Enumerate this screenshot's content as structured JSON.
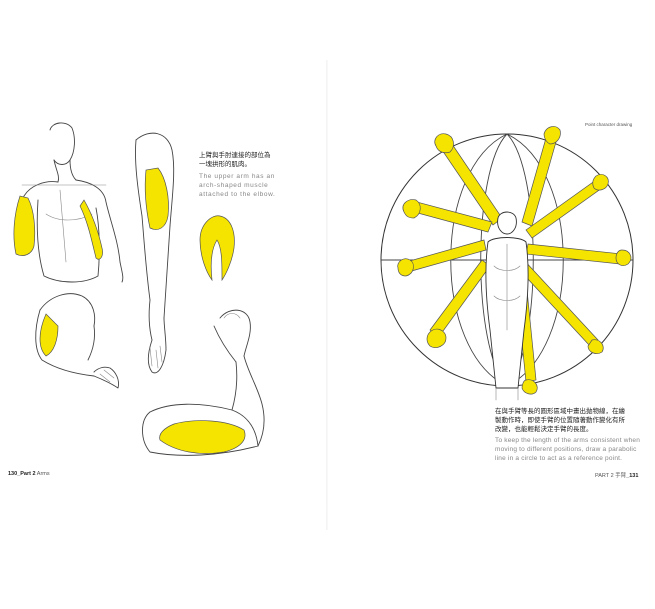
{
  "left_page": {
    "caption": {
      "zh_line1": "上臂與手肘連接的部位為",
      "zh_line2": "一塊拱形的肌肉。",
      "en_line1": "The upper arm has an",
      "en_line2": "arch-shaped muscle",
      "en_line3": "attached to the elbow."
    },
    "folio": {
      "number": "130",
      "part": "_Part 2",
      "section": "Arms"
    }
  },
  "right_page": {
    "header": "Point character drawing",
    "caption": {
      "zh_line1": "在與手臂等長的圓形區域中畫出拋物線，在繪",
      "zh_line2": "製動作時，即使手臂的位置隨著動作變化有所",
      "zh_line3": "改變，也能輕鬆決定手臂的長度。",
      "en_line1": "To keep the length of the arms consistent when",
      "en_line2": "moving to different positions, draw a parabolic",
      "en_line3": "line in a circle to act as a reference point."
    },
    "folio": {
      "part": "PART 2 手臂",
      "number": "_131"
    }
  },
  "colors": {
    "highlight": "#f5e400",
    "line": "#444444",
    "caption_en": "#888888"
  }
}
